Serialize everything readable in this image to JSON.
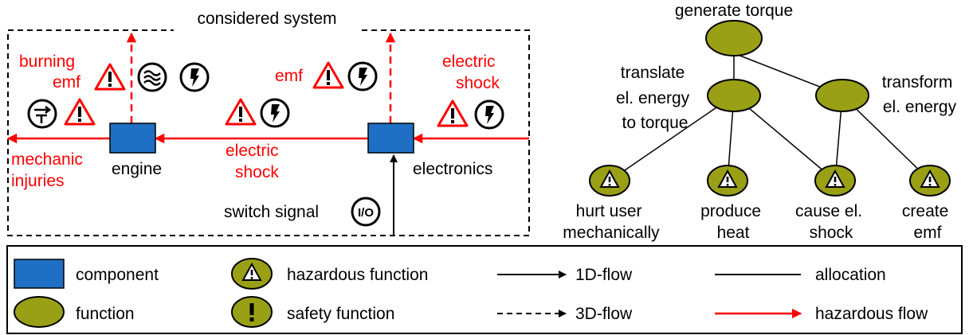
{
  "colors": {
    "component": "#1f6fc5",
    "function": "#9aa015",
    "hazardous_flow": "#ff0000",
    "line": "#000000",
    "background": "#ffffff"
  },
  "system": {
    "title": "considered system",
    "components": [
      {
        "id": "engine",
        "label": "engine"
      },
      {
        "id": "electronics",
        "label": "electronics"
      }
    ],
    "input_label": "switch signal",
    "hazard_labels": {
      "burning": "burning",
      "emf_left": "emf",
      "emf_mid": "emf",
      "electric_shock_top_1": "electric",
      "electric_shock_top_2": "shock",
      "electric_shock_mid_1": "electric",
      "electric_shock_mid_2": "shock",
      "mechanic_1": "mechanic",
      "mechanic_2": "injuries"
    },
    "icons": {
      "warning": "warning-triangle-icon",
      "lightning": "lightning-circle-icon",
      "heat": "heat-waves-icon",
      "rotation": "rotation-torque-icon",
      "io": "io-switch-icon"
    }
  },
  "tree": {
    "root": {
      "lines": [
        "generate torque"
      ]
    },
    "subfunctions": [
      {
        "id": "translate",
        "lines": [
          "translate",
          "el. energy",
          "to torque"
        ]
      },
      {
        "id": "transform",
        "lines": [
          "transform",
          "el. energy"
        ]
      }
    ],
    "hazardous_functions": [
      {
        "id": "hurt",
        "lines": [
          "hurt user",
          "mechanically"
        ]
      },
      {
        "id": "heat",
        "lines": [
          "produce",
          "heat"
        ]
      },
      {
        "id": "shock",
        "lines": [
          "cause el.",
          "shock"
        ]
      },
      {
        "id": "emf",
        "lines": [
          "create",
          "emf"
        ]
      }
    ]
  },
  "legend": {
    "component": "component",
    "function": "function",
    "hazardous_function": "hazardous function",
    "safety_function": "safety function",
    "flow_1d": "1D-flow",
    "flow_3d": "3D-flow",
    "allocation": "allocation",
    "hazardous_flow": "hazardous flow"
  }
}
